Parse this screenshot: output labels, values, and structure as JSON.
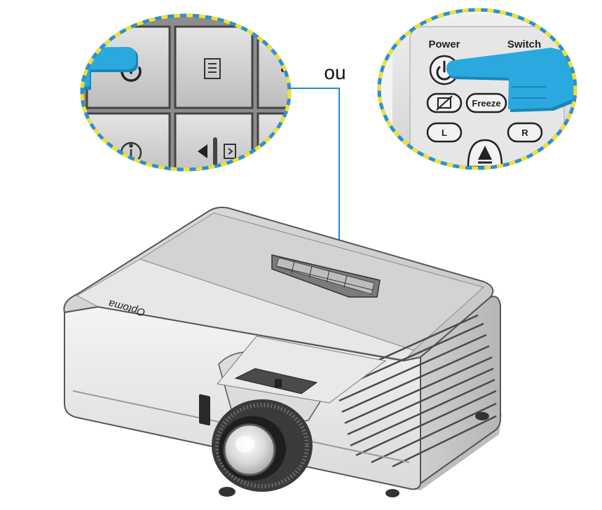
{
  "connector": {
    "label": "ou"
  },
  "remote": {
    "power_label": "Power",
    "switch_label": "Switch",
    "freeze_label": "Freeze",
    "l_label": "L",
    "r_label": "R"
  },
  "projector": {
    "brand": "Optoma"
  },
  "colors": {
    "hand": "#2aa9df",
    "hand_shadow": "#1a86b8",
    "magnifier_border_blue": "#2c8fd6",
    "magnifier_border_yellow": "#f2e12a",
    "connector_line": "#1e88d6"
  }
}
